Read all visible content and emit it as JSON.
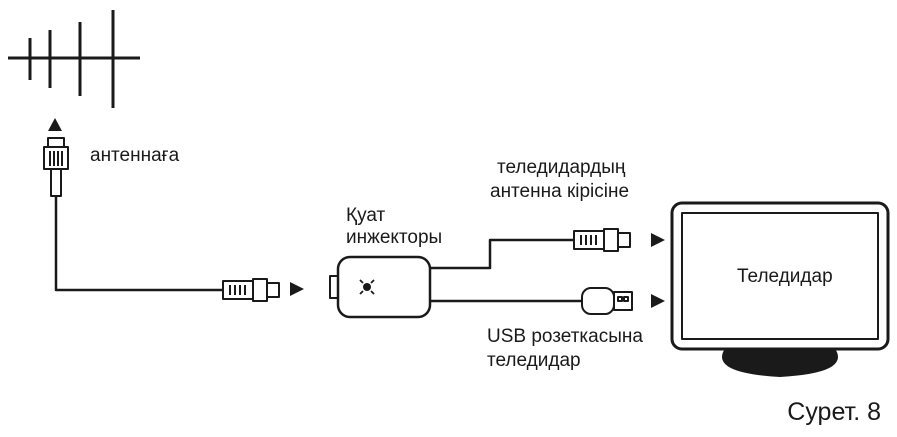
{
  "labels": {
    "to_antenna": "антеннаға",
    "tv_input_line1": "теледидардың",
    "tv_input_line2": "антенна кірісіне",
    "injector_line1": "Қуат",
    "injector_line2": "инжекторы",
    "usb_line1": "USB розеткасына",
    "usb_line2": "теледидар",
    "tv_name": "Теледидар",
    "figure_caption": "Сурет. 8"
  },
  "icons": {
    "antenna": "antenna-icon",
    "injector_led": "led-indicator-icon",
    "usb_plug": "usb-plug-icon",
    "coax_plug": "coax-plug-icon",
    "arrow": "triangle-arrow-icon"
  },
  "colors": {
    "stroke": "#1a1a1a",
    "background": "#ffffff"
  }
}
